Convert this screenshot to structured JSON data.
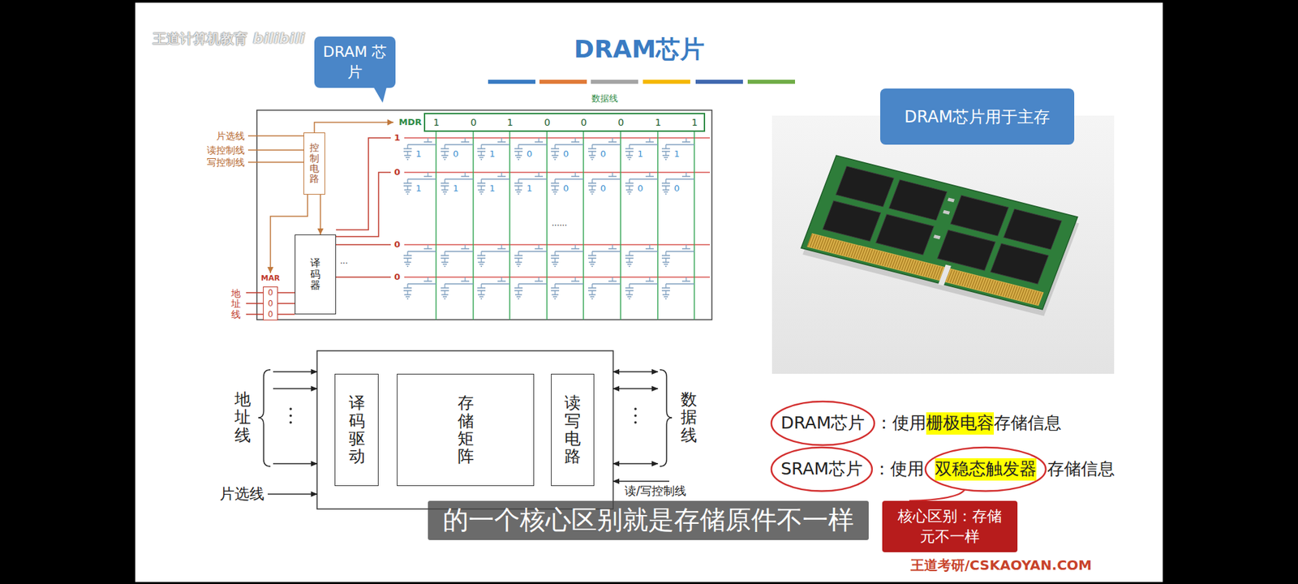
{
  "diagram": {
    "title": "DRAM芯片",
    "caption": "的一个核心区别就是存储原件不一样",
    "nodes": [
      {
        "text": [
          "DRAM 芯片"
        ]
      },
      {
        "text": [
          "DRAM芯片用于主存"
        ]
      },
      {
        "text": [
          "控制电路"
        ]
      },
      {
        "text": [
          "MDR",
          "1",
          "0",
          "1",
          "0",
          "0",
          "0",
          "1",
          "1"
        ]
      },
      {
        "text": [
          "译码器"
        ]
      },
      {
        "text": [
          "MAR",
          "0",
          "0",
          "0"
        ]
      },
      {
        "text": [
          "译码驱动"
        ]
      },
      {
        "text": [
          "存储矩阵"
        ]
      },
      {
        "text": [
          "读写电路"
        ]
      },
      {
        "text": [
          "核心区别：存储元不一样"
        ]
      }
    ],
    "edges": [
      {
        "from": 2,
        "to": 3,
        "arrow": "to"
      },
      {
        "from": 2,
        "to": 4,
        "arrow": "to"
      },
      {
        "from": 2,
        "to": 5,
        "arrow": "to"
      },
      {
        "from": 5,
        "to": 4,
        "arrow": "none"
      }
    ],
    "labels": [
      "王道计算机教育",
      "bilibili",
      "片选线",
      "读控制线",
      "写控制线",
      "数据线",
      "地址线",
      "1",
      "0",
      "0",
      "0",
      "1",
      "0",
      "1",
      "0",
      "0",
      "0",
      "1",
      "1",
      "1",
      "1",
      "1",
      "1",
      "0",
      "0",
      "0",
      "0",
      "...",
      "......",
      "地址线",
      "数据线",
      "片选线",
      "读/写控制线",
      "DRAM芯片",
      "：使用",
      "栅极电容",
      "存储信息",
      "SRAM芯片",
      "：使用",
      "双稳态触发器",
      "存储信息",
      "王道考研/CSKAOYAN.COM"
    ]
  }
}
